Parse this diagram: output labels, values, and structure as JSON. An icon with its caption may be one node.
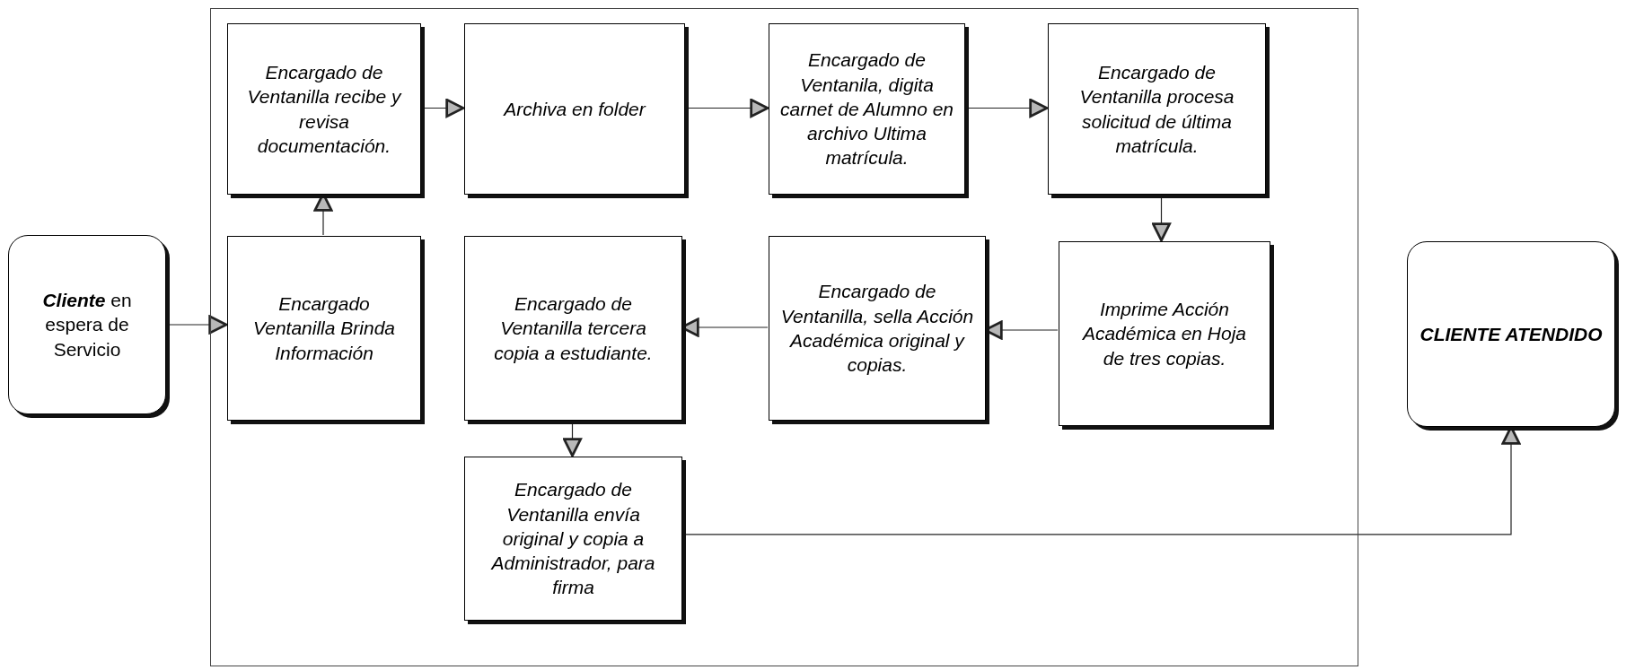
{
  "diagram": {
    "nodes": [
      {
        "text": [
          "**Cliente** en espera de Servicio"
        ]
      },
      {
        "text": [],
        "shape": "box"
      },
      {
        "text": [
          "Encargado de Ventanilla recibe y revisa documentación."
        ],
        "in": 1
      },
      {
        "text": [
          "Archiva en folder"
        ],
        "in": 1
      },
      {
        "text": [
          "Encargado de Ventanila, digita carnet de Alumno en archivo Ultima matrícula."
        ],
        "in": 1
      },
      {
        "text": [
          "Encargado de Ventanilla procesa solicitud de última matrícula."
        ],
        "in": 1
      },
      {
        "text": [
          "Encargado Ventanilla Brinda Información"
        ],
        "in": 1
      },
      {
        "text": [
          "Encargado de Ventanilla tercera copia a estudiante."
        ],
        "in": 1
      },
      {
        "text": [
          "Encargado de Ventanilla, sella Acción Académica original y copias."
        ],
        "in": 1
      },
      {
        "text": [
          "Imprime Acción Académica en Hoja de tres copias."
        ],
        "in": 1
      },
      {
        "text": [
          "Encargado de Ventanilla envía original y copia a Administrador, para firma"
        ],
        "in": 1
      },
      {
        "text": [
          "CLIENTE ATENDIDO"
        ]
      }
    ],
    "edges": [
      {
        "from": 0,
        "to": 6,
        "arrow": "to"
      },
      {
        "from": 6,
        "to": 2,
        "arrow": "to"
      },
      {
        "from": 2,
        "to": 3,
        "arrow": "to"
      },
      {
        "from": 3,
        "to": 4,
        "arrow": "to"
      },
      {
        "from": 4,
        "to": 5,
        "arrow": "to"
      },
      {
        "from": 5,
        "to": 9,
        "arrow": "to"
      },
      {
        "from": 9,
        "to": 8,
        "arrow": "to"
      },
      {
        "from": 8,
        "to": 7,
        "arrow": "to"
      },
      {
        "from": 7,
        "to": 10,
        "arrow": "to"
      },
      {
        "from": 10,
        "to": 11,
        "arrow": "to"
      }
    ]
  }
}
